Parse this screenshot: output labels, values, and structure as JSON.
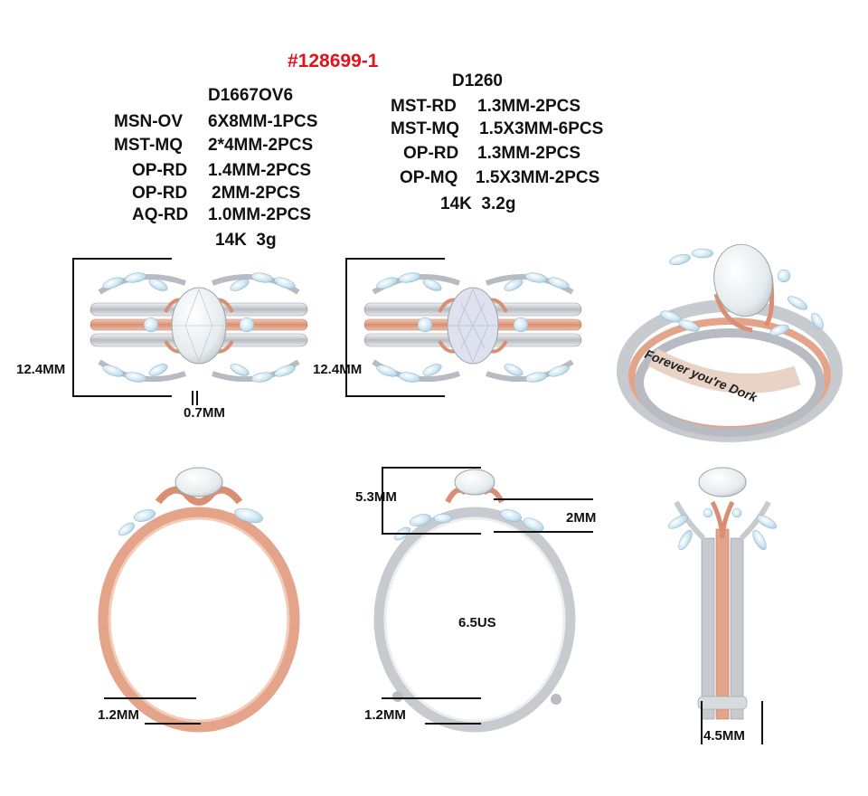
{
  "sku": "#128699-1",
  "spec_left": {
    "model": "D1667OV6",
    "rows": [
      {
        "code": "MSN-OV",
        "value": "6X8MM-1PCS"
      },
      {
        "code": "MST-MQ",
        "value": "2*4MM-2PCS"
      },
      {
        "code": "OP-RD",
        "value": "1.4MM-2PCS"
      },
      {
        "code": "OP-RD",
        "value": "2MM-2PCS"
      },
      {
        "code": "AQ-RD",
        "value": "1.0MM-2PCS"
      }
    ],
    "metal": "14K  3g"
  },
  "spec_right": {
    "model": "D1260",
    "rows": [
      {
        "code": "MST-RD",
        "value": "1.3MM-2PCS"
      },
      {
        "code": "MST-MQ",
        "value": "1.5X3MM-6PCS"
      },
      {
        "code": "OP-RD",
        "value": "1.3MM-2PCS"
      },
      {
        "code": "OP-MQ",
        "value": "1.5X3MM-2PCS"
      }
    ],
    "metal": "14K  3.2g"
  },
  "dimensions": {
    "height_left": "12.4MM",
    "height_mid": "12.4MM",
    "band_gap": "0.7MM",
    "crown_height": "5.3MM",
    "wrap_height": "2MM",
    "ring_size": "6.5US",
    "shank_left": "1.2MM",
    "shank_mid": "1.2MM",
    "width_side": "4.5MM"
  },
  "engraving": "Forever you're Dork",
  "colors": {
    "sku_red": "#e1141b",
    "rose_gold": "#e3a48a",
    "white_gold": "#c9cdd2",
    "opal": "#cfe6f2",
    "diamond": "#eef2f4"
  }
}
